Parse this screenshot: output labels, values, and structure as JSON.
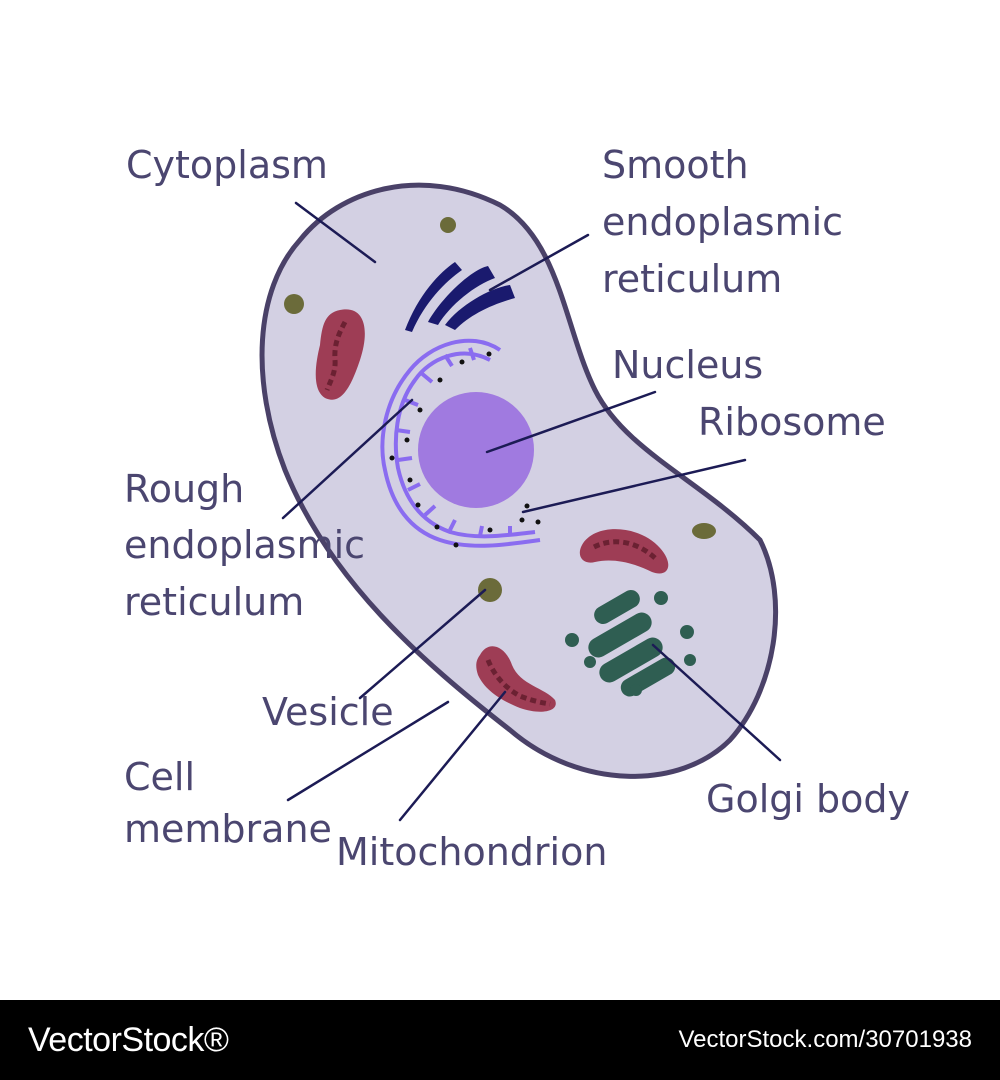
{
  "labels": {
    "cytoplasm": "Cytoplasm",
    "smooth_er": [
      "Smooth",
      "endoplasmic",
      "reticulum"
    ],
    "nucleus": "Nucleus",
    "ribosome": "Ribosome",
    "rough_er": [
      "Rough",
      "endoplasmic",
      "reticulum"
    ],
    "vesicle": "Vesicle",
    "cell_membrane": [
      "Cell",
      "membrane"
    ],
    "mitochondrion": "Mitochondrion",
    "golgi_body": "Golgi body"
  },
  "footer": {
    "brand": "VectorStock®",
    "url": "VectorStock.com/30701938"
  },
  "colors": {
    "cytoplasm": "#d3d0e3",
    "membrane": "#4a4168",
    "nucleus": "#a07ae0",
    "smooth_er": "#1a1a6e",
    "rough_er": "#8a6cf0",
    "mitochondria": "#9e3d55",
    "golgi": "#2f5e52",
    "vesicle": "#6b6b3a",
    "label_text": "#4b4670",
    "leader_line": "#1c1b55"
  }
}
